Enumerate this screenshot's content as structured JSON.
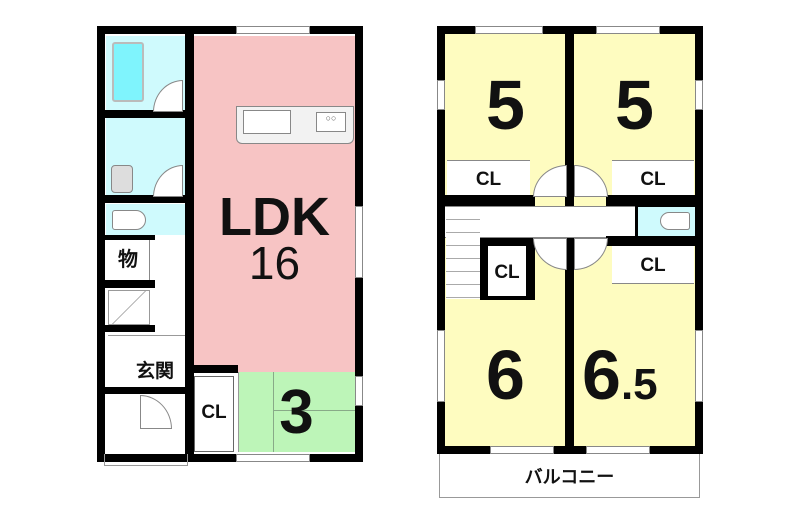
{
  "floor1": {
    "ldk_label": "LDK",
    "ldk_size": "16",
    "washitsu_size": "3",
    "closet_label": "CL",
    "storage_label": "物",
    "entrance_label": "玄関"
  },
  "floor2": {
    "room_nw_size": "5",
    "room_ne_size": "5",
    "room_sw_size": "6",
    "room_se_size": "6",
    "room_se_fraction": ".5",
    "closet_labels": [
      "CL",
      "CL",
      "CL",
      "CL"
    ],
    "balcony_label": "バルコニー"
  },
  "colors": {
    "ldk": "#f7c4c4",
    "tatami": "#bdf5b8",
    "bedroom": "#fefcc0",
    "water": "#cffafd"
  }
}
